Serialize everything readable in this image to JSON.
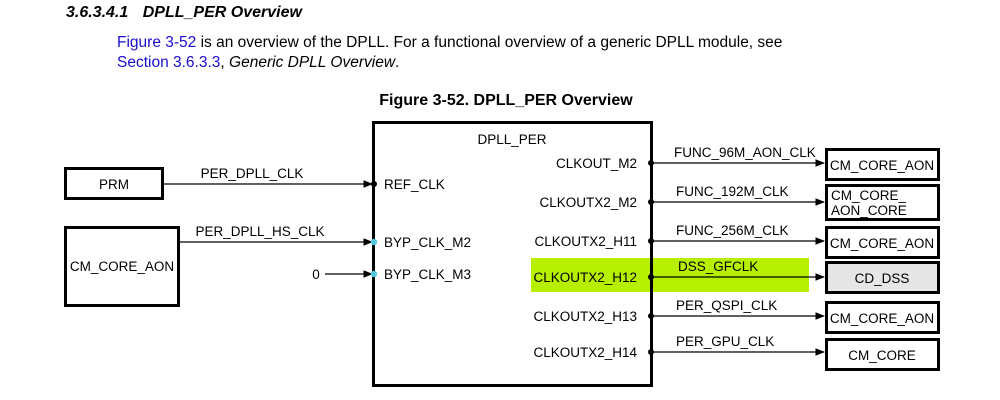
{
  "section": {
    "number": "3.6.3.4.1",
    "title": "DPLL_PER Overview"
  },
  "paragraph": {
    "link1": "Figure 3-52",
    "text1": " is an overview of the DPLL. For a functional overview of a generic DPLL module, see",
    "link2": "Section 3.6.3.3",
    "text2": ", ",
    "emph": "Generic DPLL Overview",
    "text3": "."
  },
  "figure": {
    "title": "Figure 3-52. DPLL_PER Overview"
  },
  "diagram": {
    "block_title": "DPLL_PER",
    "sources": {
      "prm": "PRM",
      "cm_core_aon": "CM_CORE_AON",
      "zero": "0"
    },
    "inputs": [
      {
        "port": "REF_CLK",
        "signal": "PER_DPLL_CLK"
      },
      {
        "port": "BYP_CLK_M2",
        "signal": "PER_DPLL_HS_CLK"
      },
      {
        "port": "BYP_CLK_M3",
        "signal": ""
      }
    ],
    "outputs": [
      {
        "port": "CLKOUT_M2",
        "signal": "FUNC_96M_AON_CLK",
        "dest": "CM_CORE_AON"
      },
      {
        "port": "CLKOUTX2_M2",
        "signal": "FUNC_192M_CLK",
        "dest_line1": "CM_CORE_",
        "dest_line2": "AON_CORE"
      },
      {
        "port": "CLKOUTX2_H11",
        "signal": "FUNC_256M_CLK",
        "dest": "CM_CORE_AON"
      },
      {
        "port": "CLKOUTX2_H12",
        "signal": "DSS_GFCLK",
        "dest": "CD_DSS"
      },
      {
        "port": "CLKOUTX2_H13",
        "signal": "PER_QSPI_CLK",
        "dest": "CM_CORE_AON"
      },
      {
        "port": "CLKOUTX2_H14",
        "signal": "PER_GPU_CLK",
        "dest": "CM_CORE"
      }
    ],
    "colors": {
      "highlight": "#b6f000",
      "input_dot": "#55c7e6",
      "dss_fill": "#e6e6e6"
    }
  }
}
